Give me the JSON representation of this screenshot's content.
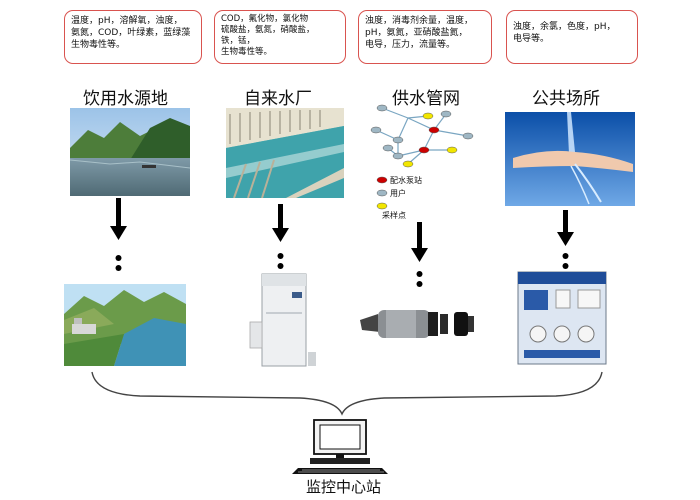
{
  "columns": [
    {
      "title": "饮用水源地",
      "params": [
        "温度，pH，溶解氧，浊度，",
        "氨氮，COD，叶绿素，蓝绿藻",
        "生物毒性等。"
      ]
    },
    {
      "title": "自来水厂",
      "params": [
        "COD，氟化物，氯化物",
        "硫酸盐，氨氮，硝酸盐，",
        "铁，锰，",
        "生物毒性等。"
      ]
    },
    {
      "title": "供水管网",
      "params": [
        "浊度，消毒剂余量，温度，",
        "pH，氨氮，亚硝酸盐氮，",
        "电导，压力，流量等。"
      ]
    },
    {
      "title": "公共场所",
      "params": [
        "浊度，余氯，色度，pH，",
        "电导等。"
      ]
    }
  ],
  "network_legend": [
    {
      "label": "配水泵站",
      "color": "#cc0000"
    },
    {
      "label": "用户",
      "color": "#9fb7c4"
    },
    {
      "label": "采样点",
      "color": "#f2e600"
    }
  ],
  "center_label": "监控中心站",
  "colors": {
    "callout_border": "#d9534f",
    "arrow": "#000000"
  }
}
